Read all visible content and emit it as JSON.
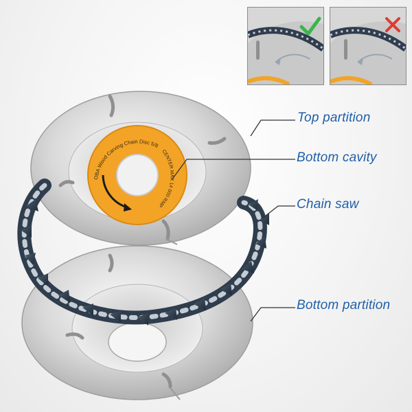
{
  "labels": {
    "top_partition": "Top partition",
    "bottom_cavity": "Bottom cavity",
    "chain_saw": "Chain saw",
    "bottom_partition": "Bottom partition"
  },
  "disc_print": {
    "line1": "OBA Wood Carving Chain Disc 5/8",
    "line2": "CENTER MAX 14 000 RMP"
  },
  "insets": {
    "correct_icon": "check-icon",
    "wrong_icon": "cross-icon"
  },
  "colors": {
    "label_blue": "#1f5fa8",
    "hub_orange": "#f3a326",
    "check_green": "#3ab54a",
    "cross_red": "#e03a2f",
    "chain_dark": "#2f3d4d"
  }
}
